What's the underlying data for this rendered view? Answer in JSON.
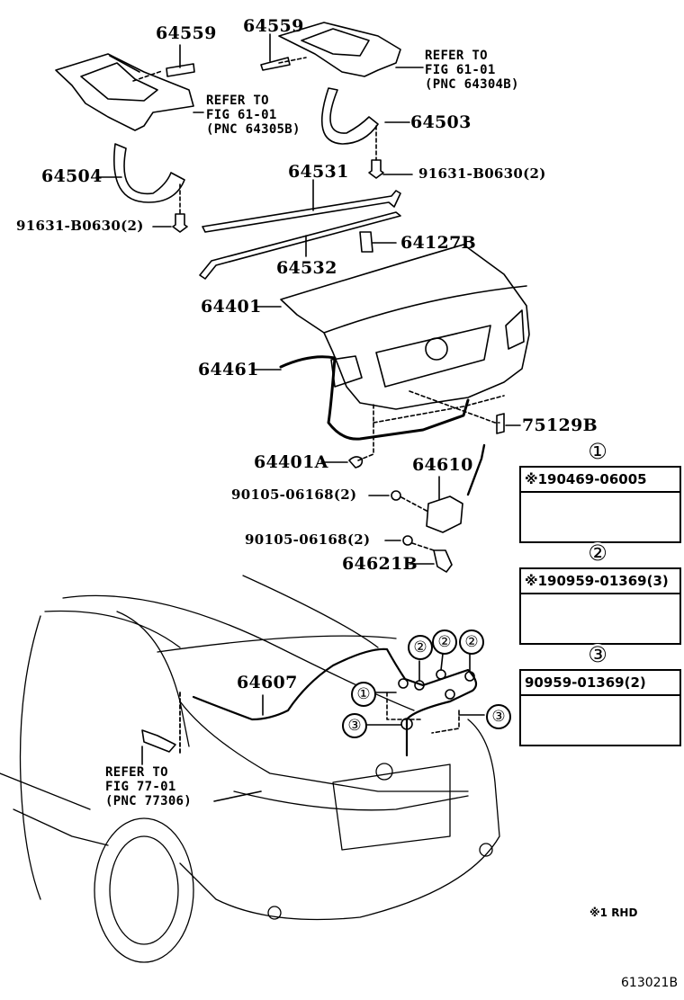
{
  "diagram": {
    "title": "Luggage compartment door & lock parts",
    "figure_number": "613021B",
    "footnote": "※1 RHD",
    "part_labels": {
      "p64559_left": "64559",
      "p64559_right": "64559",
      "p64504": "64504",
      "p64503": "64503",
      "p91631_left": "91631-B0630(2)",
      "p91631_right": "91631-B0630(2)",
      "p64531": "64531",
      "p64532": "64532",
      "p64127b": "64127B",
      "p64401": "64401",
      "p64461": "64461",
      "p75129b": "75129B",
      "p64401a": "64401A",
      "p64610": "64610",
      "p90105_a": "90105-06168(2)",
      "p90105_b": "90105-06168(2)",
      "p64621b": "64621B",
      "p64607": "64607"
    },
    "refer_notes": {
      "hinge_left": "REFER TO\nFIG 61-01\n(PNC 64305B)",
      "hinge_right": "REFER TO\nFIG 61-01\n(PNC 64304B)",
      "opener": "REFER TO\nFIG 77-01\n(PNC 77306)"
    },
    "callouts": {
      "c1": "①",
      "c2": "②",
      "c3": "③"
    },
    "legend": [
      {
        "marker": "①",
        "part": "※190469-06005"
      },
      {
        "marker": "②",
        "part": "※190959-01369(3)"
      },
      {
        "marker": "③",
        "part": "90959-01369(2)"
      }
    ]
  }
}
